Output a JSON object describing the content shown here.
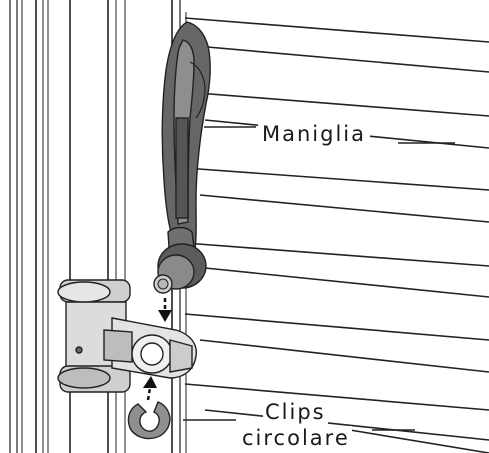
{
  "labels": {
    "handle": "Maniglia",
    "clip_line1": "Clips",
    "clip_line2": "circolare"
  },
  "colors": {
    "line": "#222222",
    "handle_dark": "#555555",
    "handle_mid": "#777777",
    "handle_light": "#9a9a9a",
    "part_light": "#d9d9d9",
    "part_mid": "#b5b5b5",
    "part_shadow": "#7d7d7d"
  }
}
